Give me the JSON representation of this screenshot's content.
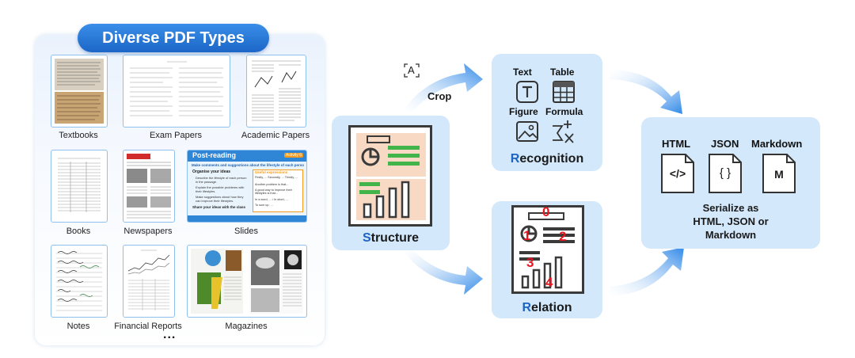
{
  "title": "Diverse PDF Types",
  "thumbnails": [
    {
      "label": "Textbooks"
    },
    {
      "label": "Exam Papers"
    },
    {
      "label": "Academic Papers"
    },
    {
      "label": "Books"
    },
    {
      "label": "Newspapers"
    },
    {
      "label": "Slides"
    },
    {
      "label": "Notes"
    },
    {
      "label": "Financial Reports"
    },
    {
      "label": "Magazines"
    }
  ],
  "slide_thumb": {
    "heading": "Post-reading",
    "badge": "Activity 6",
    "subheading": "Make comments and suggestions about the lifestyle of each person.",
    "step1": "Organise your ideas",
    "bullets": [
      "Describe the lifestyle of each person in the passage.",
      "Explain the possible problems with their lifestyles.",
      "Make suggestions about how they can improve their lifestyles."
    ],
    "step2": "Share your ideas with the class",
    "box_title": "Useful expressions",
    "box_lines": [
      "Firstly, ... Secondly, ... Thirdly, ...",
      "Another problem is that...",
      "A good way to improve their lifestyles is that...",
      "In a word, ... / In short, ...",
      "To sum up, ..."
    ]
  },
  "more": "...",
  "crop_label": "Crop",
  "crop_icon": "A",
  "structure": {
    "first": "S",
    "rest": "tructure"
  },
  "recognition": {
    "items": [
      "Text",
      "Table",
      "Figure",
      "Formula"
    ],
    "caption_first": "R",
    "caption_rest": "ecognition"
  },
  "relation": {
    "numbers": [
      "0",
      "1",
      "2",
      "3",
      "4"
    ],
    "caption_first": "R",
    "caption_rest": "elation"
  },
  "serialize": {
    "formats": [
      "HTML",
      "JSON",
      "Markdown"
    ],
    "icons": [
      "</>",
      "{ }",
      "M"
    ],
    "line1": "Serialize as",
    "line2": "HTML, JSON or",
    "line3": "Markdown"
  },
  "colors": {
    "accent": "#1d64c4",
    "box": "#d3e8fb",
    "arrow": "#3a92ea",
    "relation_red": "#e8141e"
  }
}
